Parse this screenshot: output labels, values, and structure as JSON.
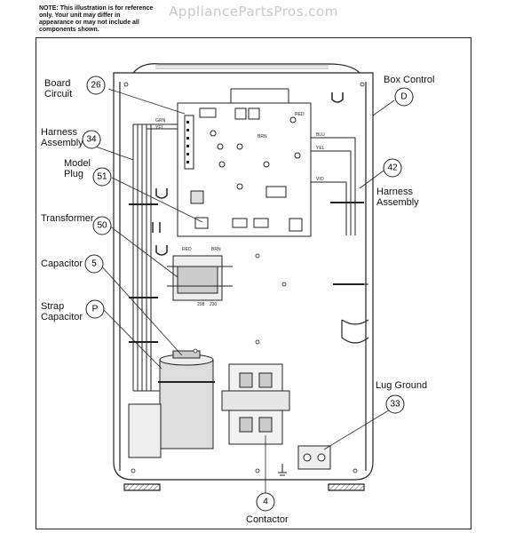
{
  "note": "NOTE: This illustration is for reference only. Your unit may differ in appearance or may not include all components shown.",
  "watermark": "AppliancePartsPros.com",
  "labels": {
    "board_circuit": [
      "Board",
      "Circuit"
    ],
    "box_control": "Box Control",
    "harness_assembly_left": [
      "Harness",
      "Assembly"
    ],
    "model_plug": [
      "Model",
      "Plug"
    ],
    "harness_assembly_right": [
      "Harness",
      "Assembly"
    ],
    "transformer": "Transformer",
    "capacitor": "Capacitor",
    "strap_capacitor": [
      "Strap",
      "Capacitor"
    ],
    "lug_ground": "Lug Ground",
    "contactor": "Contactor"
  },
  "callouts": {
    "board_circuit": "26",
    "box_control": "D",
    "harness_left": "34",
    "model_plug": "51",
    "harness_right": "42",
    "transformer": "50",
    "capacitor": "5",
    "strap_capacitor": "P",
    "lug_ground": "33",
    "contactor": "4"
  },
  "wire_labels": {
    "grn": "GRN",
    "yel": "YEL",
    "red": "RED",
    "blu": "BLU",
    "yel2": "YEL",
    "vio": "VIO",
    "brn": "BRN",
    "red2": "RED",
    "brn2": "BRN",
    "v208": "208",
    "v230": "230"
  }
}
